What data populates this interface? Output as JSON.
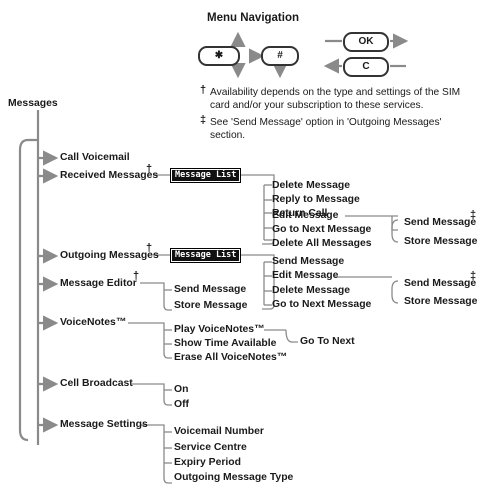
{
  "title": "Menu Navigation",
  "keys": {
    "star": "✱",
    "hash": "#",
    "ok": "OK",
    "c": "C"
  },
  "notes": {
    "dagger_text": "Availability depends on the type and settings of the SIM card and/or your subscription to these services.",
    "ddagger_text": "See 'Send Message' option in 'Outgoing Messages' section."
  },
  "root": "Messages",
  "menu": [
    "Call Voicemail",
    "Received Messages",
    "Outgoing Messages",
    "Message Editor",
    "VoiceNotes™",
    "Cell Broadcast",
    "Message Settings"
  ],
  "message_list_label": "Message List",
  "received_options": [
    "Delete Message",
    "Reply to Message",
    "Return Call",
    "Edit Message",
    "Go to Next Message",
    "Delete All Messages"
  ],
  "edit_options": [
    "Send Message",
    "Store Message"
  ],
  "outgoing_options": [
    "Send Message",
    "Edit Message",
    "Delete Message",
    "Go to Next Message"
  ],
  "editor_options": [
    "Send Message",
    "Store Message"
  ],
  "voicenotes_options": [
    "Play VoiceNotes™",
    "Show Time Available",
    "Erase All VoiceNotes™"
  ],
  "voicenotes_sub": "Go To Next",
  "broadcast_options": [
    "On",
    "Off"
  ],
  "settings_options": [
    "Voicemail Number",
    "Service Centre",
    "Expiry Period",
    "Outgoing Message Type"
  ],
  "symbols": {
    "dagger": "†",
    "ddagger": "‡"
  }
}
